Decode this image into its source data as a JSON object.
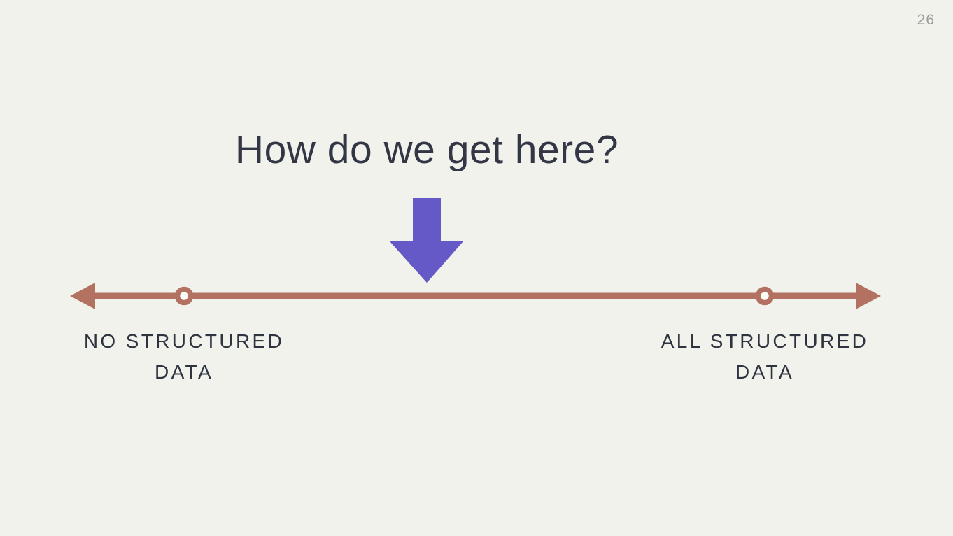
{
  "slide": {
    "page_number": "26",
    "title": "How do we get here?"
  },
  "diagram": {
    "type": "spectrum-axis",
    "question_arrow_points_to": "middle of spectrum",
    "left_endpoint": {
      "label_line1": "NO STRUCTURED",
      "label_line2": "DATA"
    },
    "right_endpoint": {
      "label_line1": "ALL STRUCTURED",
      "label_line2": "DATA"
    },
    "markers": [
      "left-point-near-start",
      "right-point-near-end"
    ]
  },
  "colors": {
    "background": "#f1f2ec",
    "title_text": "#333745",
    "label_text": "#2e3340",
    "page_number": "#9b9b9b",
    "spectrum_line": "#b37261",
    "arrow_purple": "#6459c6",
    "marker_fill": "#fcfdf7"
  },
  "icons": {
    "down_arrow": "down-arrow-icon",
    "left_arrowhead": "left-arrowhead-icon",
    "right_arrowhead": "right-arrowhead-icon"
  }
}
